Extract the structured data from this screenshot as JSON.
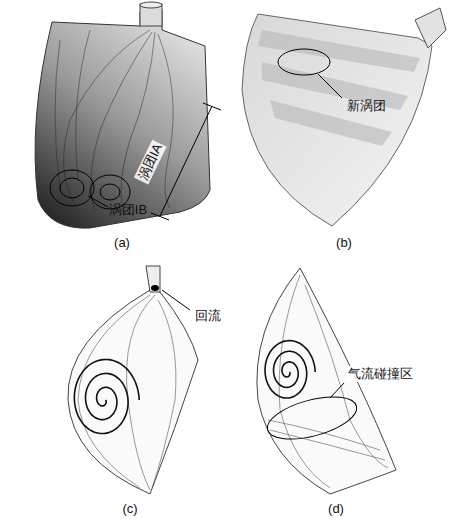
{
  "diagram": {
    "labels": [
      "涡团IA",
      "涡团IB",
      "新涡团",
      "回流",
      "气流碰撞区",
      "(a)",
      "(b)",
      "(c)",
      "(d)"
    ]
  }
}
